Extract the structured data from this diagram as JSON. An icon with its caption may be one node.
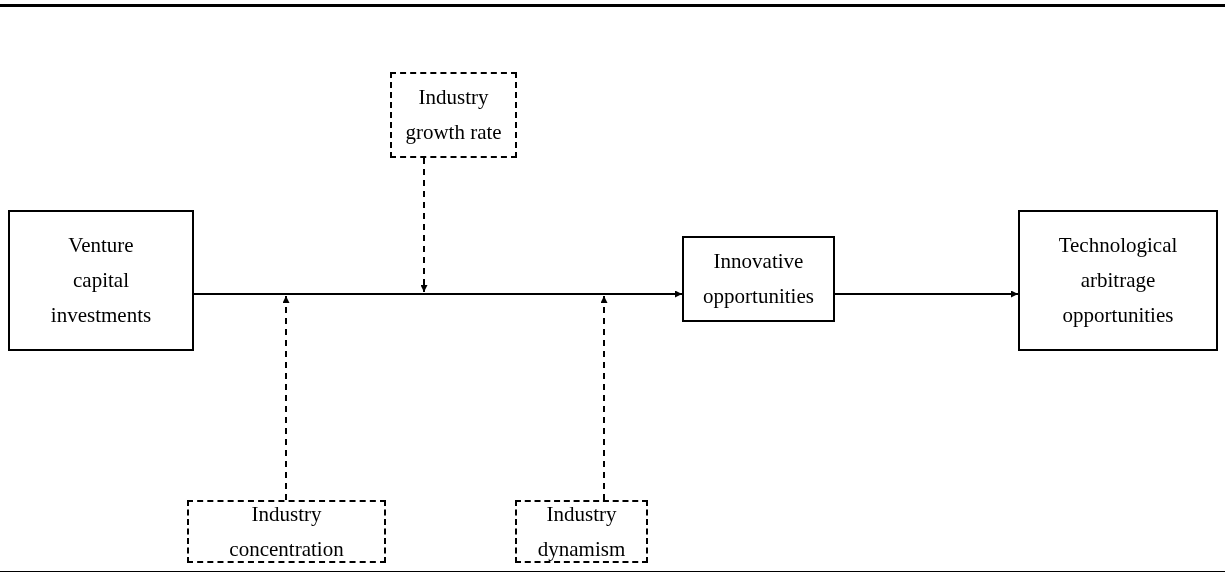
{
  "diagram": {
    "nodes": [
      {
        "text": [
          "Venture capital investments"
        ]
      },
      {
        "text": [
          "Industry growth rate"
        ]
      },
      {
        "text": [
          "Innovative opportunities"
        ]
      },
      {
        "text": [
          "Technological arbitrage opportunities"
        ]
      },
      {
        "text": [
          "Industry concentration"
        ]
      },
      {
        "text": [
          "Industry dynamism"
        ]
      }
    ],
    "edges": [
      {
        "from": 0,
        "to": 2,
        "arrow": "to"
      },
      {
        "from": 2,
        "to": 3,
        "arrow": "to"
      },
      {
        "from": 1,
        "to": null,
        "arrow": "to",
        "style": "dashed"
      },
      {
        "from": 4,
        "to": null,
        "arrow": "to",
        "style": "dashed"
      },
      {
        "from": 5,
        "to": null,
        "arrow": "to",
        "style": "dashed"
      }
    ]
  }
}
